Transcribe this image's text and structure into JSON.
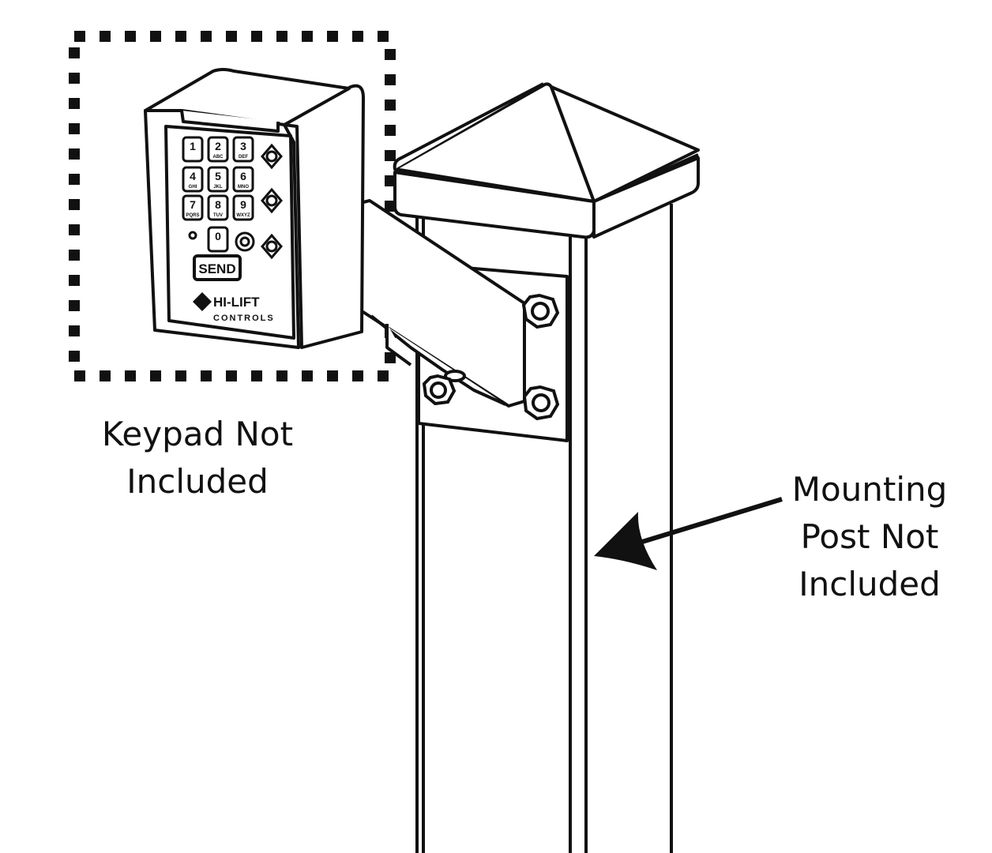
{
  "labels": {
    "keypad_line1": "Keypad Not",
    "keypad_line2": "Included",
    "post_line1": "Mounting",
    "post_line2": "Post Not",
    "post_line3": "Included"
  },
  "keypad": {
    "keys": [
      {
        "digit": "1",
        "letters": ""
      },
      {
        "digit": "2",
        "letters": "ABC"
      },
      {
        "digit": "3",
        "letters": "DEF"
      },
      {
        "digit": "4",
        "letters": "GHI"
      },
      {
        "digit": "5",
        "letters": "JKL"
      },
      {
        "digit": "6",
        "letters": "MNO"
      },
      {
        "digit": "7",
        "letters": "PQRS"
      },
      {
        "digit": "8",
        "letters": "TUV"
      },
      {
        "digit": "9",
        "letters": "WXYZ"
      },
      {
        "digit": "0",
        "letters": ""
      }
    ],
    "send_label": "SEND",
    "brand_name": "HI-LIFT",
    "brand_sub": "CONTROLS"
  },
  "colors": {
    "line": "#111111",
    "background": "#ffffff"
  }
}
